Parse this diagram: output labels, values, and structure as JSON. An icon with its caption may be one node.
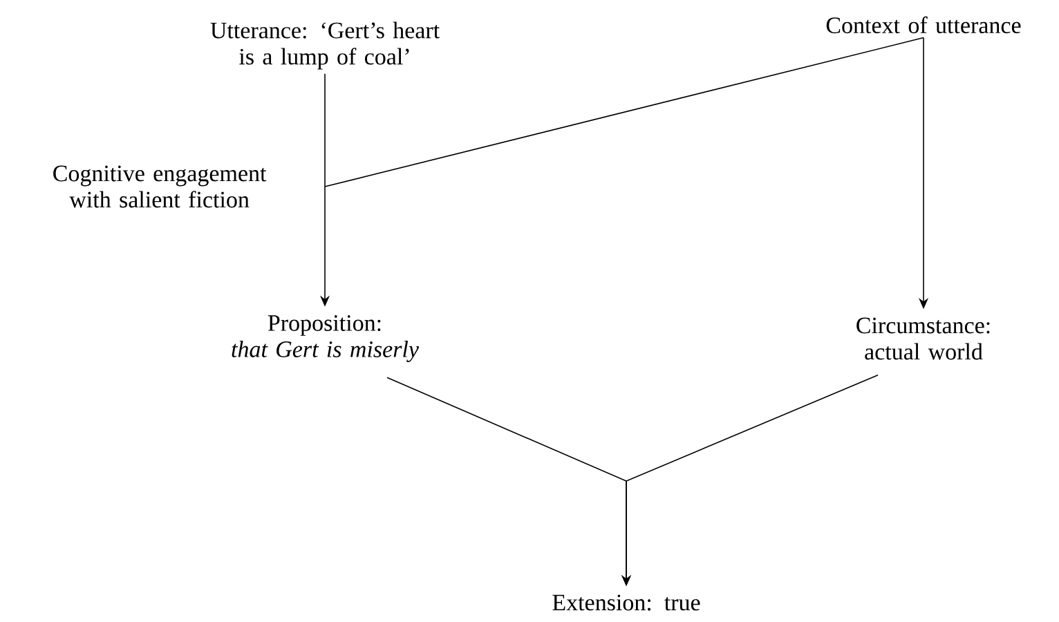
{
  "diagram": {
    "nodes": [
      {
        "text": [
          "Utterance: ‘Gert’s heart is a lump of coal’"
        ]
      },
      {
        "text": [
          "Context of utterance"
        ]
      },
      {
        "text": [
          "Cognitive engagement with salient fiction"
        ]
      },
      {
        "text": [
          "Proposition:",
          "that Gert is miserly"
        ]
      },
      {
        "text": [
          "Circumstance: actual world"
        ]
      },
      {
        "text": [
          "Extension: true"
        ]
      }
    ],
    "edges": [
      {
        "from": 0,
        "to": 3,
        "arrow": "to"
      },
      {
        "from": 1,
        "to": 4,
        "arrow": "to"
      },
      {
        "from": 1,
        "to": 2,
        "arrow": "none"
      },
      {
        "from": 3,
        "to": 5,
        "arrow": "to"
      },
      {
        "from": 4,
        "to": 5,
        "arrow": "to"
      }
    ]
  }
}
